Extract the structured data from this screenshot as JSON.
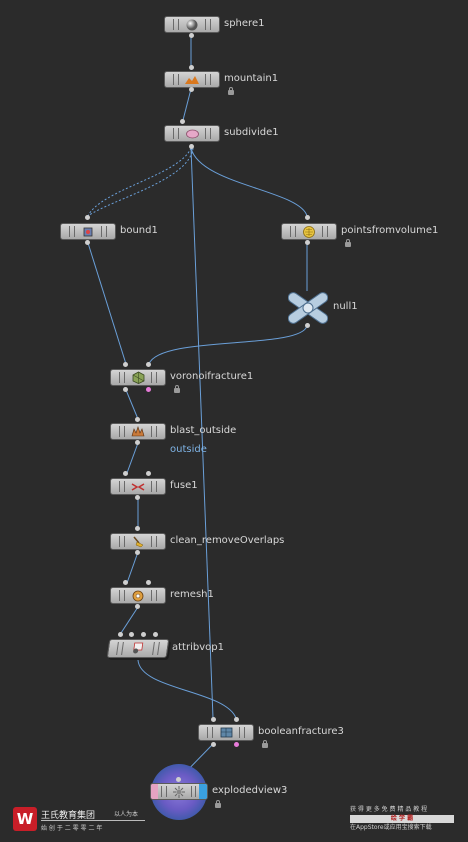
{
  "nodes": {
    "sphere1": {
      "label": "sphere1",
      "icon": "sphere-icon"
    },
    "mountain1": {
      "label": "mountain1",
      "icon": "mountain-icon"
    },
    "subdivide1": {
      "label": "subdivide1",
      "icon": "subdivide-icon"
    },
    "bound1": {
      "label": "bound1",
      "icon": "bound-icon"
    },
    "pointsfromvolume1": {
      "label": "pointsfromvolume1",
      "icon": "points-icon"
    },
    "null1": {
      "label": "null1",
      "icon": "null-icon"
    },
    "voronoifracture1": {
      "label": "voronoifracture1",
      "icon": "voronoi-icon"
    },
    "blast_outside": {
      "label": "blast_outside",
      "sub": "outside",
      "icon": "blast-icon"
    },
    "fuse1": {
      "label": "fuse1",
      "icon": "fuse-icon"
    },
    "clean_removeOverlaps": {
      "label": "clean_removeOverlaps",
      "icon": "clean-icon"
    },
    "remesh1": {
      "label": "remesh1",
      "icon": "remesh-icon"
    },
    "attribvop1": {
      "label": "attribvop1",
      "icon": "attribvop-icon"
    },
    "booleanfracture3": {
      "label": "booleanfracture3",
      "icon": "boolean-icon"
    },
    "explodedview3": {
      "label": "explodedview3",
      "icon": "explodedview-icon"
    }
  },
  "logo": {
    "company": "王氏教育集团",
    "tagline1": "以人为本",
    "tagline2": "始 创 于 二 零 零 二 年"
  },
  "promo": {
    "line1": "获 得 更 多 免 费 精 品 教 程",
    "line2": "绘 学 霸",
    "line3": "在AppStore或应用宝搜索下载"
  },
  "colors": {
    "background": "#2b2b2b",
    "wire": "#6a9fd8",
    "node": "#c2c2c2",
    "display_flag": "#3aa0e0",
    "pink_port": "#e77bd9"
  }
}
